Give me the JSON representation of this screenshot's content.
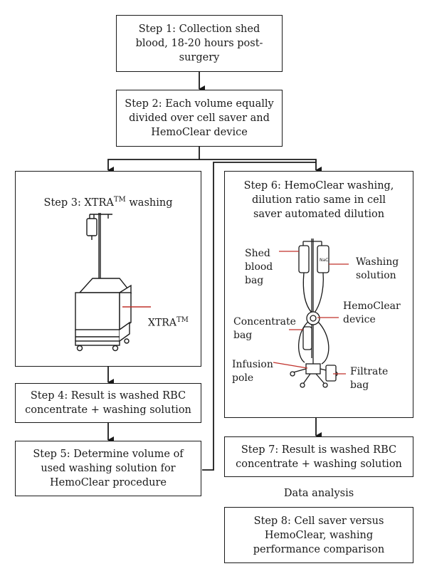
{
  "steps": {
    "s1": "Step 1: Collection shed\nblood, 18-20 hours post-\nsurgery",
    "s2": "Step 2: Each volume equally\ndivided over cell saver and\nHemoClear device",
    "s3_title_main": "Step 3: XTRA",
    "s3_title_sup": "TM",
    "s3_title_tail": " washing",
    "s4": "Step 4: Result is washed RBC\nconcentrate + washing solution",
    "s5": "Step 5: Determine volume of\nused washing solution for\nHemoClear procedure",
    "s6_title": "Step 6: HemoClear washing,\ndilution ratio same in cell\nsaver automated dilution",
    "s7": "Step 7: Result is washed RBC\nconcentrate + washing solution",
    "data_analysis": "Data analysis",
    "s8": "Step 8: Cell saver versus\nHemoClear, washing\nperformance comparison"
  },
  "xtra_label": {
    "main": "XTRA",
    "sup": "TM"
  },
  "hemoclear_labels": {
    "shed_blood_bag": "Shed\nblood\nbag",
    "washing_solution": "Washing\nsolution",
    "hemoclear_device": "HemoClear\ndevice",
    "concentrate_bag": "Concentrate\nbag",
    "infusion_pole": "Infusion\npole",
    "filtrate_bag": "Filtrate\nbag",
    "nacl_mark": "NaCl"
  },
  "colors": {
    "line": "#1a1a1a",
    "callout": "#c0302a"
  }
}
